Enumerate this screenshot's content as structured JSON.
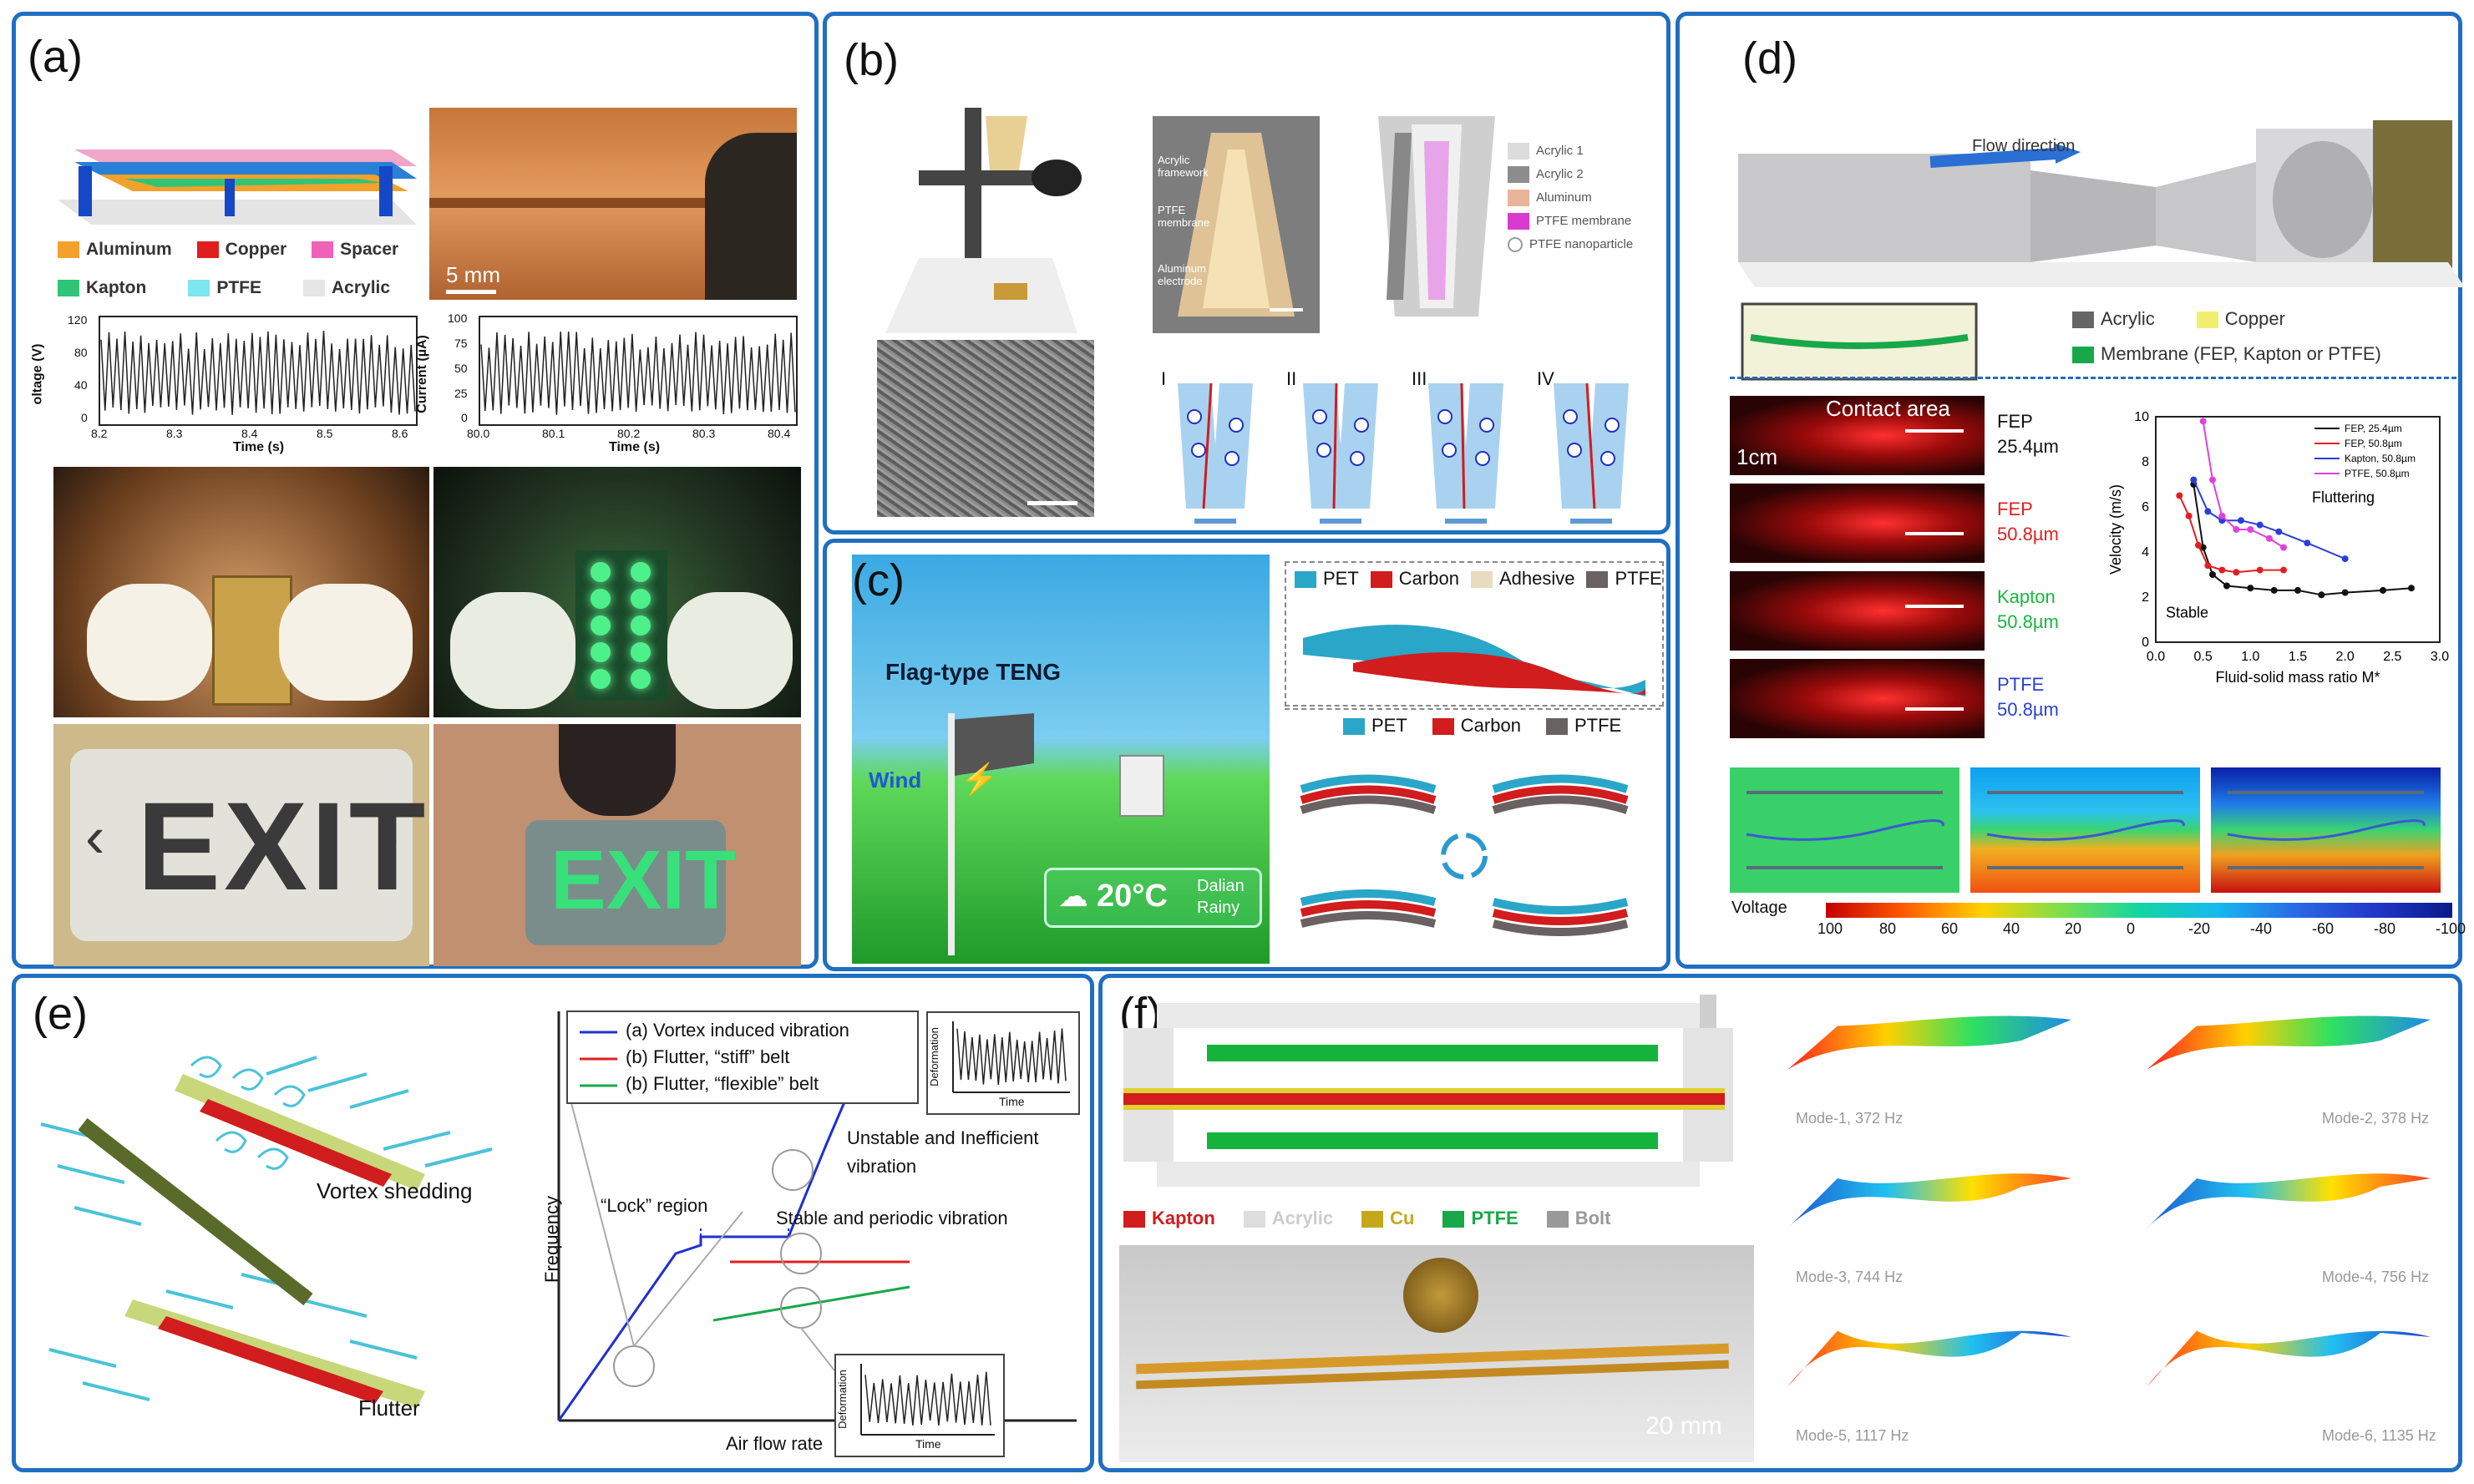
{
  "colors": {
    "panel_border": "#1f6fc2",
    "red": "#d11d1d",
    "green": "#18a84a",
    "blue": "#2b6fd3",
    "teal": "#1aa7c8"
  },
  "panel_a": {
    "label": "(a)",
    "legend": [
      "Aluminum",
      "Copper",
      "Spacer",
      "Kapton",
      "PTFE",
      "Acrylic"
    ],
    "scale_bar": "5 mm",
    "voltage_plot": {
      "ylabel": "oltage (V)",
      "xlabel": "Time (s)",
      "xticks": [
        "8.2",
        "8.3",
        "8.4",
        "8.5",
        "8.6"
      ],
      "yticks": [
        "120",
        "80",
        "40",
        "0"
      ]
    },
    "current_plot": {
      "ylabel": "Current (µA)",
      "xlabel": "Time (s)",
      "xticks": [
        "80.0",
        "80.1",
        "80.2",
        "80.3",
        "80.4"
      ],
      "yticks": [
        "100",
        "75",
        "50",
        "25",
        "0"
      ]
    },
    "exit_sign": "EXIT"
  },
  "panel_b": {
    "label": "(b)",
    "frame_labels": [
      "Acrylic framework",
      "PTFE membrane",
      "Aluminum electrode"
    ],
    "legend": [
      "Acrylic 1",
      "Acrylic 2",
      "Aluminum",
      "PTFE membrane",
      "PTFE nanoparticle"
    ],
    "stages": [
      "I",
      "II",
      "III",
      "IV"
    ]
  },
  "panel_c": {
    "label": "(c)",
    "flag_label": "Flag-type TENG",
    "wind_label": "Wind",
    "weather_temp": "20°C",
    "weather_city": "Dalian",
    "weather_cond": "Rainy",
    "legend_top": [
      "PET",
      "Carbon",
      "Adhesive",
      "PTFE"
    ],
    "legend_mid": [
      "PET",
      "Carbon",
      "PTFE"
    ]
  },
  "panel_d": {
    "label": "(d)",
    "flow_label": "Flow direction",
    "legend": [
      "Acrylic",
      "Copper",
      "Membrane (FEP, Kapton or PTFE)"
    ],
    "contact_area": "Contact area",
    "scale": "1cm",
    "strips": [
      {
        "name": "FEP",
        "thick": "25.4µm"
      },
      {
        "name": "FEP",
        "thick": "50.8µm"
      },
      {
        "name": "Kapton",
        "thick": "50.8µm"
      },
      {
        "name": "PTFE",
        "thick": "50.8µm"
      }
    ],
    "voltage_label": "Voltage",
    "voltage_ticks": [
      "100",
      "80",
      "60",
      "40",
      "20",
      "0",
      "-20",
      "-40",
      "-60",
      "-80",
      "-100"
    ]
  },
  "panel_e": {
    "label": "(e)",
    "vortex_label": "Vortex shedding",
    "flutter_label": "Flutter",
    "legend": [
      "(a) Vortex induced vibration",
      "(b) Flutter, “stiff” belt",
      "(b) Flutter, “flexible” belt"
    ],
    "annot_unstable": "Unstable and Inefficient vibration",
    "annot_lock": "“Lock” region",
    "annot_stable": "Stable and periodic vibration",
    "ylabel": "Frequency",
    "xlabel": "Air flow rate",
    "inset_ylabel": "Deformation",
    "inset_xlabel": "Time"
  },
  "panel_f": {
    "label": "(f)",
    "legend": [
      "Kapton",
      "Acrylic",
      "Cu",
      "PTFE",
      "Bolt"
    ],
    "scale": "20 mm",
    "modes": [
      "Mode-1, 372 Hz",
      "Mode-2, 378 Hz",
      "Mode-3, 744 Hz",
      "Mode-4, 756 Hz",
      "Mode-5, 1117 Hz",
      "Mode-6, 1135 Hz"
    ]
  },
  "chart_data": [
    {
      "type": "line",
      "xlabel": "Fluid-solid mass ratio M*",
      "ylabel": "Velocity (m/s)",
      "xlim": [
        0.0,
        3.0
      ],
      "ylim": [
        0,
        10
      ],
      "xticks": [
        "0.0",
        "0.5",
        "1.0",
        "1.5",
        "2.0",
        "2.5",
        "3.0"
      ],
      "yticks": [
        "0",
        "2",
        "4",
        "6",
        "8",
        "10"
      ],
      "annotations": [
        "Fluttering",
        "Stable"
      ],
      "legend_position": "top-right",
      "series": [
        {
          "name": "FEP, 25.4µm",
          "color": "#111111",
          "x": [
            0.4,
            0.5,
            0.6,
            0.75,
            1.0,
            1.25,
            1.5,
            1.75,
            2.0,
            2.4,
            2.7
          ],
          "y": [
            7.0,
            4.2,
            3.0,
            2.5,
            2.4,
            2.3,
            2.3,
            2.1,
            2.2,
            2.3,
            2.4
          ]
        },
        {
          "name": "FEP, 50.8µm",
          "color": "#e02020",
          "x": [
            0.25,
            0.35,
            0.45,
            0.55,
            0.7,
            0.85,
            1.1,
            1.35
          ],
          "y": [
            6.5,
            5.6,
            4.3,
            3.4,
            3.2,
            3.1,
            3.2,
            3.2
          ]
        },
        {
          "name": "Kapton, 50.8µm",
          "color": "#2a3fd6",
          "x": [
            0.4,
            0.55,
            0.7,
            0.9,
            1.1,
            1.3,
            1.6,
            2.0
          ],
          "y": [
            7.2,
            5.8,
            5.4,
            5.4,
            5.2,
            4.9,
            4.4,
            3.7
          ]
        },
        {
          "name": "PTFE, 50.8µm",
          "color": "#e040e0",
          "x": [
            0.5,
            0.6,
            0.7,
            0.85,
            1.0,
            1.2,
            1.35
          ],
          "y": [
            9.8,
            7.2,
            5.6,
            5.0,
            5.0,
            4.6,
            4.2
          ]
        }
      ]
    }
  ]
}
